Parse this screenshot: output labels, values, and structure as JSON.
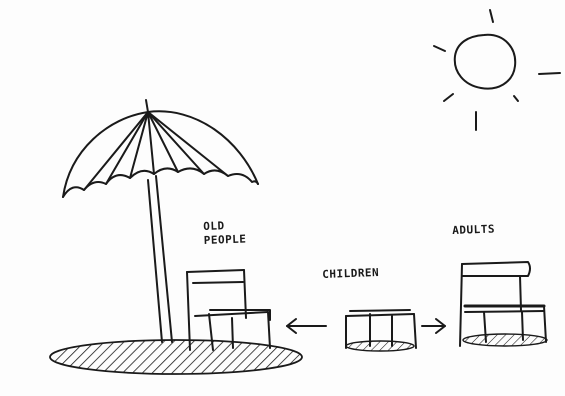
{
  "labels": {
    "old_people_line1": "OLD",
    "old_people_line2": "PEOPLE",
    "children": "CHILDREN",
    "adults": "ADULTS"
  },
  "colors": {
    "ink": "#1a1a1a",
    "paper": "#fdfdfd"
  },
  "icons": [
    "sun-icon",
    "umbrella-icon",
    "arrow-left-icon",
    "arrow-right-icon"
  ]
}
